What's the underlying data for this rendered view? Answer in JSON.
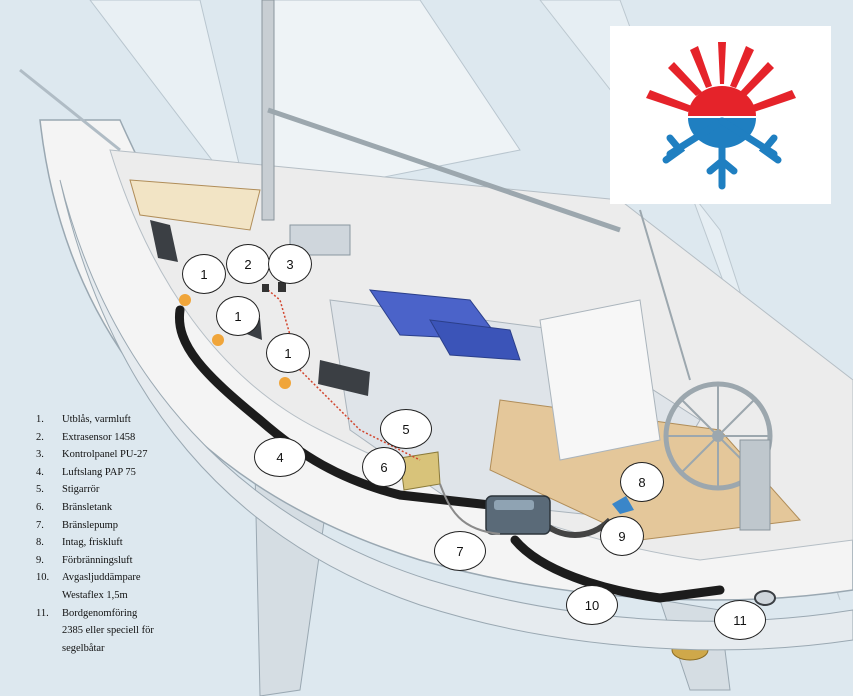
{
  "legend": [
    {
      "num": "1.",
      "lines": [
        "Utblås, varmluft"
      ]
    },
    {
      "num": "2.",
      "lines": [
        "Extrasensor 1458"
      ]
    },
    {
      "num": "3.",
      "lines": [
        "Kontrolpanel PU-27"
      ]
    },
    {
      "num": "4.",
      "lines": [
        "Luftslang PAP 75"
      ]
    },
    {
      "num": "5.",
      "lines": [
        "Stigarrör"
      ]
    },
    {
      "num": "6.",
      "lines": [
        "Bränsletank"
      ]
    },
    {
      "num": "7.",
      "lines": [
        "Bränslepump"
      ]
    },
    {
      "num": "8.",
      "lines": [
        "Intag, friskluft"
      ]
    },
    {
      "num": "9.",
      "lines": [
        "Förbränningsluft"
      ]
    },
    {
      "num": "10.",
      "lines": [
        "Avgasljuddämpare",
        "Westaflex 1,5m"
      ]
    },
    {
      "num": "11.",
      "lines": [
        "Bordgenomföring",
        "2385 eller speciell för",
        "segelbåtar"
      ]
    }
  ],
  "callouts": [
    "1",
    "2",
    "3",
    "1",
    "1",
    "4",
    "5",
    "6",
    "7",
    "8",
    "9",
    "10",
    "11"
  ],
  "colors": {
    "logo_red": "#e5232a",
    "logo_blue": "#1f7fc1",
    "hull": "#f4f4f4",
    "deck_wood": "#e4c79a",
    "hose": "#1c1c1c",
    "background": "#dde8ef"
  }
}
